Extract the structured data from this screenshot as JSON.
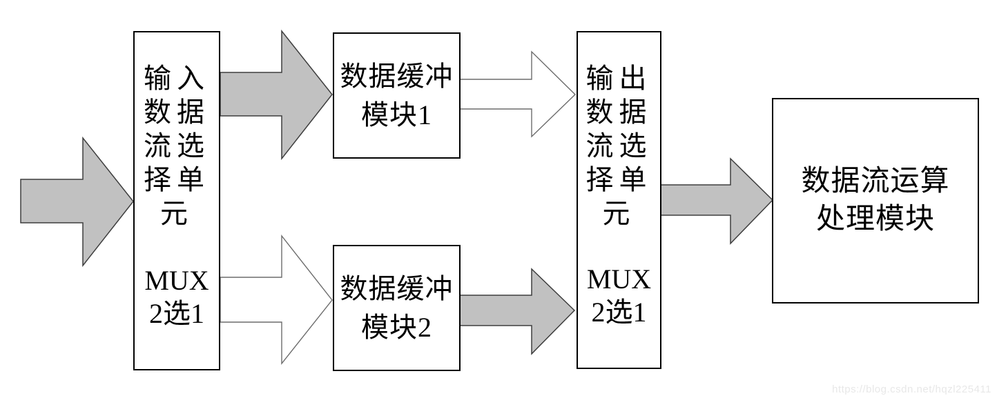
{
  "boxes": {
    "input_mux": {
      "title": "输入数据流选择单元",
      "mux_label": "MUX",
      "mux_mode": "2选1"
    },
    "buffer_module_1": {
      "line1": "数据缓冲",
      "line2": "模块1"
    },
    "buffer_module_2": {
      "line1": "数据缓冲",
      "line2": "模块2"
    },
    "output_mux": {
      "title": "输出数据流选择单元",
      "mux_label": "MUX",
      "mux_mode": "2选1"
    },
    "processing_module": {
      "line1": "数据流运算",
      "line2": "处理模块"
    }
  },
  "arrows": {
    "gray_fill": "#c1c1c1",
    "white_fill": "#ffffff",
    "gray_stroke": "#3d3d3d",
    "white_stroke": "#6b6b6b"
  },
  "colors": {
    "background": "#ffffff",
    "box_border": "#000000",
    "text": "#000000",
    "watermark": "#e8e8e8"
  },
  "watermark": {
    "text": "https://blog.csdn.net/hqzl225411"
  }
}
